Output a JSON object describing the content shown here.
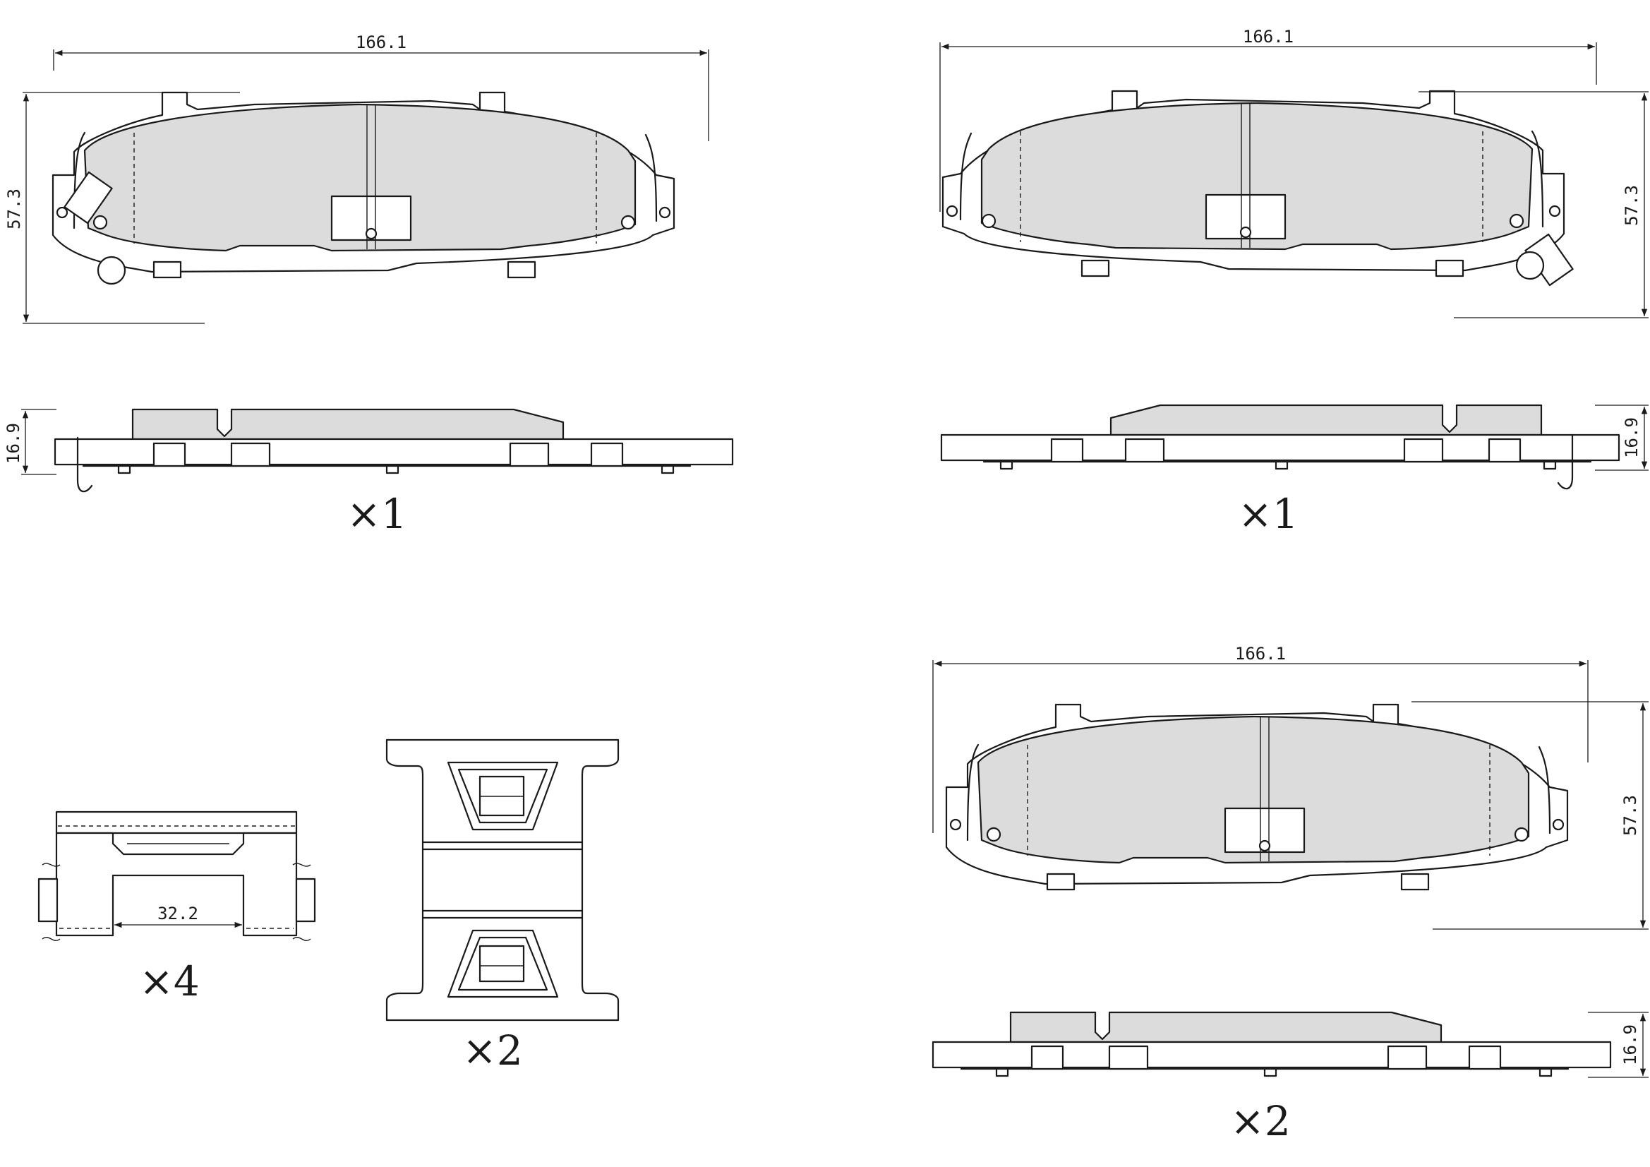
{
  "dimensions": {
    "pad_width": "166.1",
    "pad_height": "57.3",
    "pad_thickness": "16.9",
    "clip_gap": "32.2"
  },
  "quantities": {
    "pad_top_left": "×1",
    "pad_top_right": "×1",
    "pad_bottom_right": "×2",
    "clip_small": "×4",
    "clip_large": "×2"
  }
}
